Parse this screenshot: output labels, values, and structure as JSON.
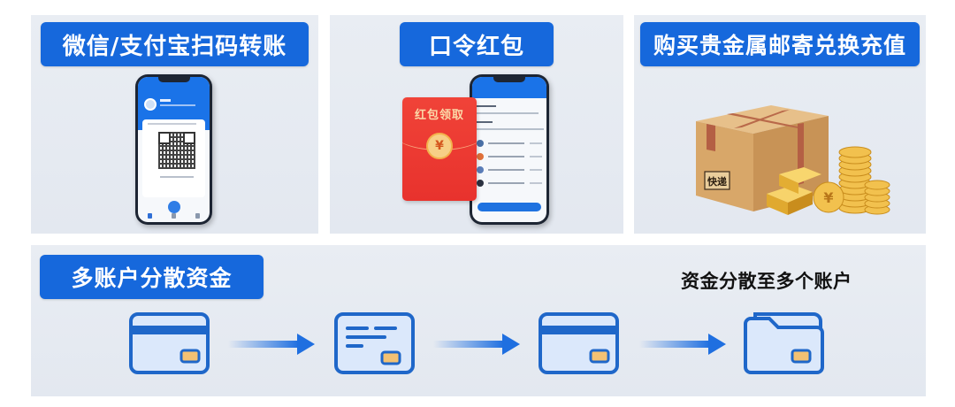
{
  "panels": {
    "scan_transfer": {
      "title": "微信/支付宝扫码转账",
      "illustration": "phone-with-qr-code"
    },
    "red_packet": {
      "title": "口令红包",
      "envelope_text": "红包领取",
      "coin_symbol": "¥",
      "illustration": "red-envelope-and-phone-list"
    },
    "precious_metals": {
      "title": "购买贵金属邮寄兑换充值",
      "box_label": "快递",
      "coin_symbol": "¥",
      "illustration": "parcel-box-gold-bars-coins"
    },
    "multi_account": {
      "title": "多账户分散资金",
      "note": "资金分散至多个账户",
      "flow": [
        {
          "icon": "bank-card-icon"
        },
        {
          "icon": "document-card-icon"
        },
        {
          "icon": "bank-card-icon"
        },
        {
          "icon": "folder-wallet-icon"
        }
      ]
    }
  },
  "colors": {
    "accent_blue": "#1668dc",
    "panel_bg": "#e6eaf1",
    "envelope_red": "#e8322d",
    "chip_gold": "#f3c173",
    "card_fill": "#dbe8fb",
    "card_stroke": "#1f67c9"
  }
}
